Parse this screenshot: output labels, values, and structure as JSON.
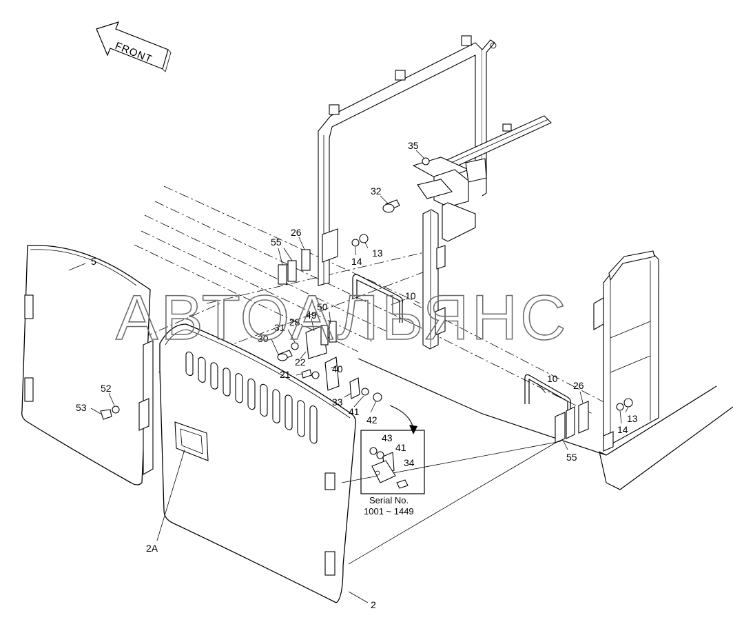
{
  "direction_arrow": {
    "label": "FRONT"
  },
  "watermark": {
    "text": "АВТОАЛЬЯНС"
  },
  "serial_note": {
    "line1": "Serial No.",
    "line2": "1001 ~ 1449"
  },
  "labels": [
    {
      "id": "p5",
      "text": "5"
    },
    {
      "id": "p55a",
      "text": "55"
    },
    {
      "id": "p26a",
      "text": "26"
    },
    {
      "id": "p14a",
      "text": "14"
    },
    {
      "id": "p13a",
      "text": "13"
    },
    {
      "id": "p35",
      "text": "35"
    },
    {
      "id": "p32",
      "text": "32"
    },
    {
      "id": "p10a",
      "text": "10"
    },
    {
      "id": "p50",
      "text": "50"
    },
    {
      "id": "p49",
      "text": "49"
    },
    {
      "id": "p28",
      "text": "28"
    },
    {
      "id": "p31",
      "text": "31"
    },
    {
      "id": "p30",
      "text": "30"
    },
    {
      "id": "p22",
      "text": "22"
    },
    {
      "id": "p40",
      "text": "40"
    },
    {
      "id": "p21",
      "text": "21"
    },
    {
      "id": "p33",
      "text": "33"
    },
    {
      "id": "p41a",
      "text": "41"
    },
    {
      "id": "p42",
      "text": "42"
    },
    {
      "id": "p52",
      "text": "52"
    },
    {
      "id": "p53",
      "text": "53"
    },
    {
      "id": "p43",
      "text": "43"
    },
    {
      "id": "p41b",
      "text": "41"
    },
    {
      "id": "p34",
      "text": "34"
    },
    {
      "id": "p10b",
      "text": "10"
    },
    {
      "id": "p26b",
      "text": "26"
    },
    {
      "id": "p13b",
      "text": "13"
    },
    {
      "id": "p14b",
      "text": "14"
    },
    {
      "id": "p55b",
      "text": "55"
    },
    {
      "id": "p2A",
      "text": "2A"
    },
    {
      "id": "p2",
      "text": "2"
    }
  ]
}
